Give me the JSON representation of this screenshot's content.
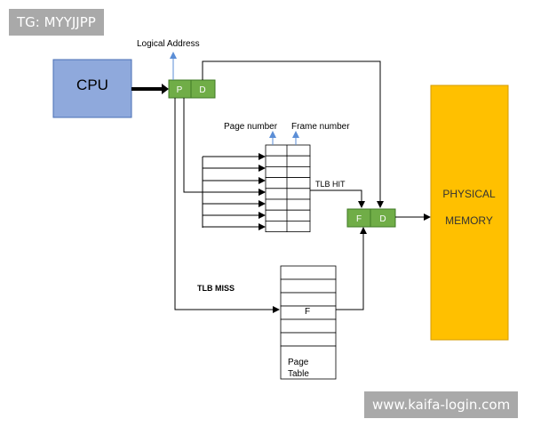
{
  "watermark_top": "TG: MYYJJPP",
  "watermark_bottom": "www.kaifa-login.com",
  "diagram": {
    "logical_address_label": "Logical Address",
    "cpu_label": "CPU",
    "la_p": "P",
    "la_d": "D",
    "page_number_label": "Page number",
    "frame_number_label": "Frame number",
    "tlb_hit_label": "TLB HIT",
    "tlb_miss_label": "TLB MISS",
    "pa_f": "F",
    "pa_d": "D",
    "physical_label_1": "PHYSICAL",
    "physical_label_2": "MEMORY",
    "page_table_entry": "F",
    "page_table_label_1": "Page",
    "page_table_label_2": "Table"
  },
  "colors": {
    "cpu_fill": "#8fa9dc",
    "cpu_stroke": "#4a6fb5",
    "green_fill": "#70ad47",
    "green_stroke": "#3f7a24",
    "memory_fill": "#ffc000",
    "memory_stroke": "#d49b00",
    "blue_arrow": "#5b8ed6"
  }
}
